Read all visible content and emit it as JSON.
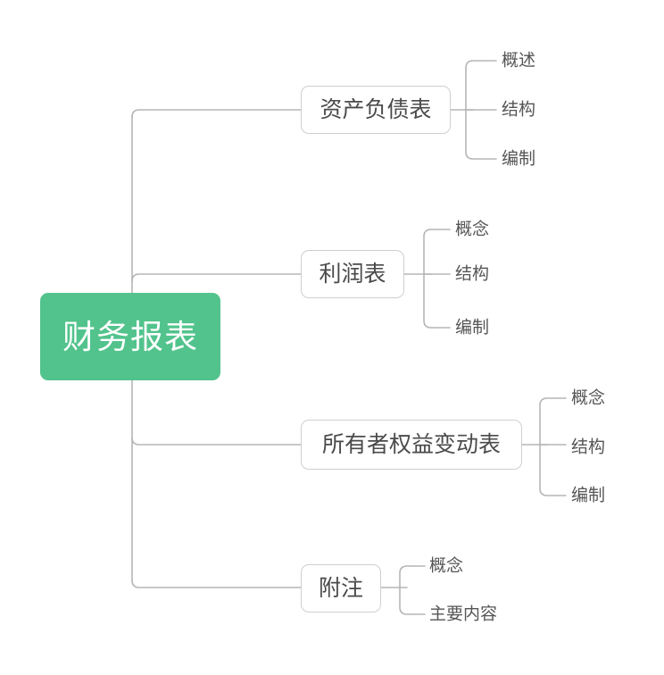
{
  "diagram": {
    "type": "mind-map",
    "title": "财务报表",
    "background_color": "#ffffff",
    "root": {
      "label": "财务报表",
      "fill_color": "#52c38c",
      "text_color": "#ffffff"
    },
    "line_color": "#b5b5b5",
    "branch_border_color": "#cfcfcf",
    "branch_text_color": "#4a4a4a",
    "leaf_text_color": "#555555",
    "branches": [
      {
        "label": "资产负债表",
        "leaves": [
          "概述",
          "结构",
          "编制"
        ]
      },
      {
        "label": "利润表",
        "leaves": [
          "概念",
          "结构",
          "编制"
        ]
      },
      {
        "label": "所有者权益变动表",
        "leaves": [
          "概念",
          "结构",
          "编制"
        ]
      },
      {
        "label": "附注",
        "leaves": [
          "概念",
          "主要内容"
        ]
      }
    ]
  }
}
